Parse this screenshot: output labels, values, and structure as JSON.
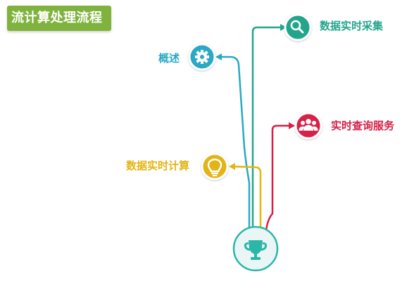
{
  "title": "流计算处理流程",
  "nodes": {
    "collect": {
      "label": "数据实时采集",
      "color": "#23a58b",
      "icon": "search-icon"
    },
    "overview": {
      "label": "概述",
      "color": "#2aa8c4",
      "icon": "gear-icon"
    },
    "query": {
      "label": "实时查询服务",
      "color": "#d62046",
      "icon": "users-icon"
    },
    "compute": {
      "label": "数据实时计算",
      "color": "#e3b412",
      "icon": "lightbulb-icon"
    },
    "root": {
      "color": "#2ab7a8",
      "icon": "trophy-icon"
    }
  },
  "colors": {
    "title_bg": "#7fb33d"
  }
}
